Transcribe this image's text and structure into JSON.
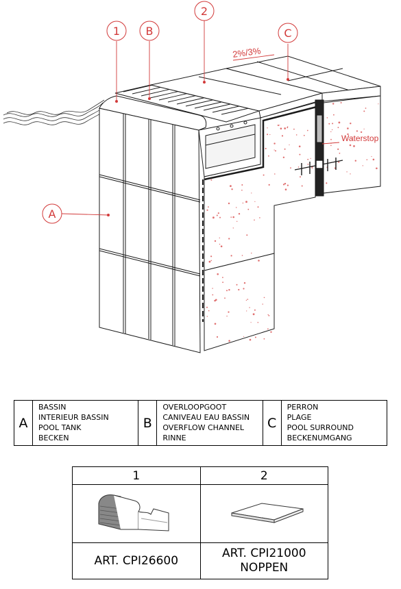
{
  "callouts": {
    "c1": "1",
    "cB": "B",
    "c2": "2",
    "cC": "C",
    "cA": "A"
  },
  "annotations": {
    "slope": "2%/3%",
    "waterstop": "Waterstop"
  },
  "legend": [
    {
      "letter": "A",
      "lines": [
        "BASSIN",
        "INTERIEUR BASSIN",
        "POOL TANK",
        "BECKEN"
      ]
    },
    {
      "letter": "B",
      "lines": [
        "OVERLOOPGOOT",
        "CANIVEAU EAU BASSIN",
        "OVERFLOW CHANNEL",
        "RINNE"
      ]
    },
    {
      "letter": "C",
      "lines": [
        "PERRON",
        "PLAGE",
        "POOL SURROUND",
        "BECKENUMGANG"
      ]
    }
  ],
  "products": [
    {
      "number": "1",
      "art_lines": [
        "ART. CPI26600"
      ]
    },
    {
      "number": "2",
      "art_lines": [
        "ART. CPI21000",
        "NOPPEN"
      ]
    }
  ],
  "colors": {
    "accent_red": "#d23a3a",
    "line": "#1a1a1a",
    "concrete_speckle": "#e07070"
  }
}
